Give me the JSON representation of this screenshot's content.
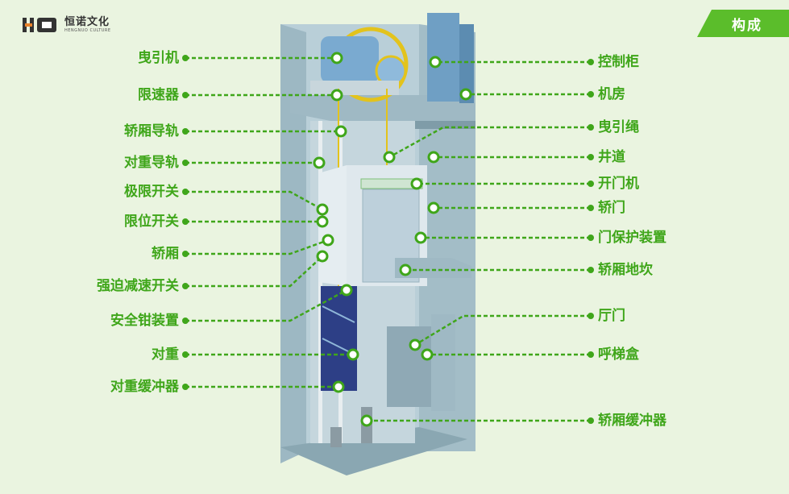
{
  "brand": {
    "name_cn": "恒诺文化",
    "name_en": "HENGNUO CULTURE"
  },
  "badge": "构成",
  "colors": {
    "accent": "#5bbd2b",
    "label": "#3fa61a",
    "shaft": "#a9c2cc",
    "shaft_dark": "#8aa7b2",
    "car": "#d9e4ea",
    "counterweight": "#2d3f86"
  },
  "left_labels": [
    {
      "id": "traction-machine",
      "text": "曳引机"
    },
    {
      "id": "speed-governor",
      "text": "限速器"
    },
    {
      "id": "car-guide-rail",
      "text": "轿厢导轨"
    },
    {
      "id": "counterweight-guide-rail",
      "text": "对重导轨"
    },
    {
      "id": "final-limit-switch",
      "text": "极限开关"
    },
    {
      "id": "limit-switch",
      "text": "限位开关"
    },
    {
      "id": "car",
      "text": "轿厢"
    },
    {
      "id": "forced-deceleration-switch",
      "text": "强迫减速开关"
    },
    {
      "id": "safety-gear",
      "text": "安全钳装置"
    },
    {
      "id": "counterweight",
      "text": "对重"
    },
    {
      "id": "counterweight-buffer",
      "text": "对重缓冲器"
    }
  ],
  "right_labels": [
    {
      "id": "control-cabinet",
      "text": "控制柜"
    },
    {
      "id": "machine-room",
      "text": "机房"
    },
    {
      "id": "traction-rope",
      "text": "曳引绳"
    },
    {
      "id": "hoistway",
      "text": "井道"
    },
    {
      "id": "door-operator",
      "text": "开门机"
    },
    {
      "id": "car-door",
      "text": "轿门"
    },
    {
      "id": "door-protection",
      "text": "门保护装置"
    },
    {
      "id": "car-sill",
      "text": "轿厢地坎"
    },
    {
      "id": "landing-door",
      "text": "厅门"
    },
    {
      "id": "call-box",
      "text": "呼梯盒"
    },
    {
      "id": "car-buffer",
      "text": "轿厢缓冲器"
    }
  ]
}
